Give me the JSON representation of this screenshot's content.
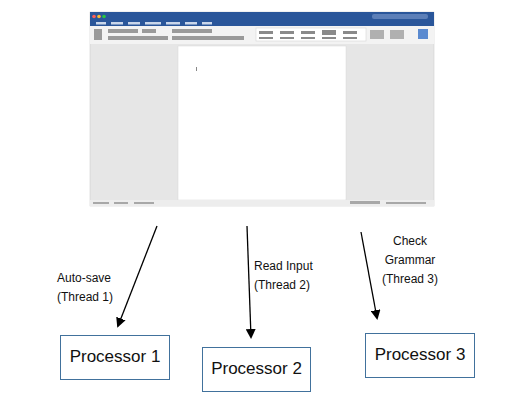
{
  "diagram": {
    "nodes": [
      {
        "text": [
          "Processor 1"
        ]
      },
      {
        "text": [
          "Processor 2"
        ]
      },
      {
        "text": [
          "Processor 3"
        ]
      }
    ],
    "labels": [
      "Auto-save (Thread 1)",
      "Read Input (Thread 2)",
      "Check Grammar (Thread 3)"
    ]
  }
}
